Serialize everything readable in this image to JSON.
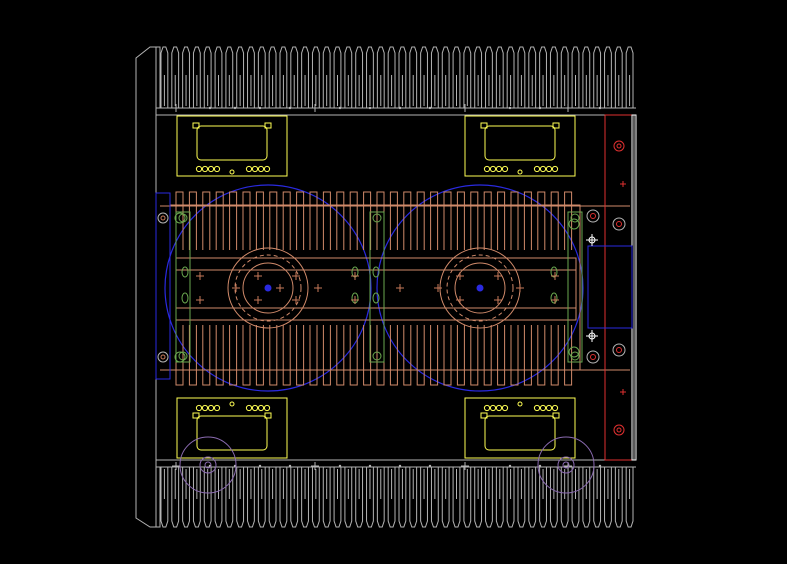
{
  "canvas": {
    "background": "#000000"
  },
  "colors": {
    "chassis": "#b4b4b4",
    "heatsink_fin": "#b4b4b4",
    "pcb_outline": "#ffff55",
    "transformer": "#2a2ae0",
    "inner_heatsink": "#d08a6a",
    "bracket": "#6aa84f",
    "component": "#c87a5a",
    "panel": "#e03030",
    "terminal": "#ffffff",
    "mount_ring": "#8a6ab0"
  },
  "layers": {
    "top_heatsink_fins": 44,
    "bottom_heatsink_fins": 44,
    "inner_heatsink_fins": 30,
    "amplifier_boards": 4,
    "toroidal_transformers": 2,
    "rear_panel_sockets": 6
  },
  "icons": {
    "crosshair": "crosshair-icon",
    "mount": "mount-hole-icon",
    "terminal": "terminal-icon"
  }
}
